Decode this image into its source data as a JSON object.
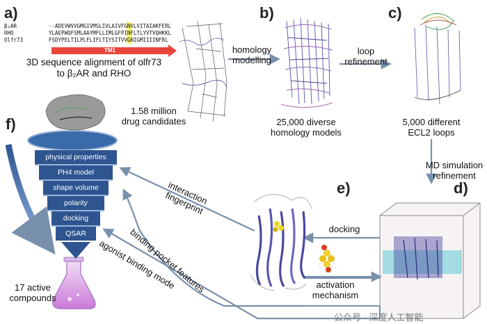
{
  "panels": {
    "a": {
      "label": "a)",
      "sequence_names": [
        "β₂AR",
        "RHO",
        "Olfr73"
      ],
      "sequences": [
        "--ADEVWVVGMGIVMSLIVLAIVFGNVLVITAIAKFERL",
        "YLAEPWQFSMLAAYMFLLIMLGFPINFLTLYVTVQHKKL",
        "FSDYPELTILPLFLIFLTIYSITVVGNIGMIIIINFRL"
      ],
      "tm_label": "TM1",
      "caption_line1": "3D sequence alignment of olfr73",
      "caption_line2": "to β₂AR and RHO"
    },
    "b": {
      "label": "b)",
      "caption_line1": "25,000 diverse",
      "caption_line2": "homology models"
    },
    "c": {
      "label": "c)",
      "caption_line1": "5,000 different",
      "caption_line2": "ECL2 loops"
    },
    "d": {
      "label": "d)"
    },
    "e": {
      "label": "e)"
    },
    "f": {
      "label": "f)",
      "caption_line1": "1.58 million",
      "caption_line2": "drug candidates"
    }
  },
  "arrows": {
    "homology_line1": "homology",
    "homology_line2": "modelling",
    "loop_line1": "loop",
    "loop_line2": "refinement",
    "md_line1": "MD simulation",
    "md_line2": "refinement",
    "docking": "docking",
    "activation_line1": "activation",
    "activation_line2": "mechanism",
    "interaction_line1": "interaction",
    "interaction_line2": "fingerprint",
    "binding_pocket": "binding pocket features",
    "agonist": "agonist binding mode"
  },
  "funnel_steps": [
    "physical properties",
    "PH4 model",
    "shape volume",
    "polarity",
    "docking",
    "QSAR"
  ],
  "result_line1": "17 active",
  "result_line2": "compounds",
  "watermark": "公众号 · 深度人工智能",
  "colors": {
    "funnel": "#2e5590",
    "arrow": "#7890ab",
    "tm1": "#e9463b",
    "protein": "#4a47a0"
  }
}
